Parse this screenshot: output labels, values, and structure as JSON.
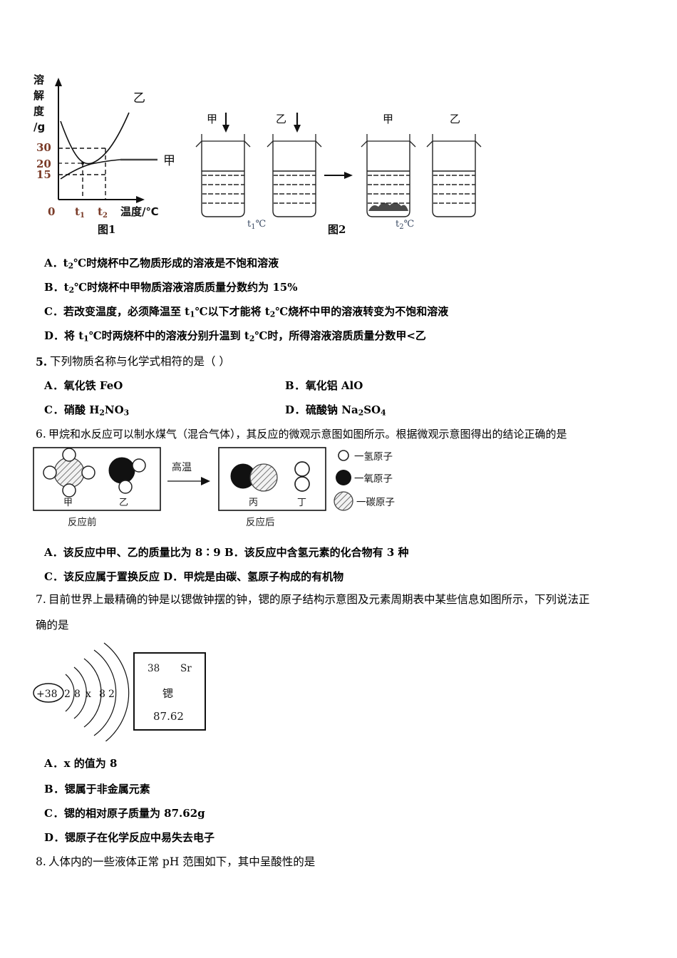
{
  "figure1": {
    "caption": "图1",
    "y_axis_label_lines": [
      "溶",
      "解",
      "度",
      "/g"
    ],
    "x_axis_label": "温度/℃",
    "y_ticks": [
      "30",
      "20",
      "15"
    ],
    "x_ticks": [
      "0",
      "t",
      "t"
    ],
    "x_tick_subs": [
      "",
      "1",
      "2"
    ],
    "curve_labels": {
      "yi": "乙",
      "jia": "甲"
    }
  },
  "figure2": {
    "caption": "图2",
    "beaker_labels": [
      "甲",
      "乙",
      "甲",
      "乙"
    ],
    "temp_left": "t",
    "temp_left_sub": "1",
    "temp_left_unit": "℃",
    "temp_right": "t",
    "temp_right_sub": "2",
    "temp_right_unit": "℃"
  },
  "q4_options": [
    {
      "label": "A．",
      "text_pre": "t",
      "sub": "2",
      "text": "℃时烧杯中乙物质形成的溶液是不饱和溶液"
    },
    {
      "label": "B．",
      "text_pre": "t",
      "sub": "2",
      "text": "℃时烧杯中甲物质溶液溶质质量分数约为 15%"
    },
    {
      "label": "C．",
      "text": "若改变温度，必须降温至 t₁℃以下才能将 t₂℃烧杯中甲的溶液转变为不饱和溶液"
    },
    {
      "label": "D．",
      "text": "将 t₁℃时两烧杯中的溶液分别升温到 t₂℃时，所得溶液溶质质量分数甲<乙"
    }
  ],
  "q5": {
    "number": "5.",
    "stem": "下列物质名称与化学式相符的是（      ）",
    "options": [
      {
        "label": "A．",
        "name": "氧化铁 ",
        "formula": "FeO"
      },
      {
        "label": "B．",
        "name": "氧化铝 ",
        "formula": "AlO"
      },
      {
        "label": "C．",
        "name": "硝酸 ",
        "formula": "H2NO3"
      },
      {
        "label": "D．",
        "name": "硫酸钠 ",
        "formula": "Na2SO4"
      }
    ]
  },
  "q6": {
    "number": "6.",
    "stem": "甲烷和水反应可以制水煤气（混合气体），其反应的微观示意图如图所示。根据微观示意图得出的结论正确的是",
    "figure": {
      "before_label": "反应前",
      "after_label": "反应后",
      "condition": "高温",
      "species_before": [
        "甲",
        "乙"
      ],
      "species_after": [
        "丙",
        "丁"
      ],
      "legend": [
        {
          "symbol": "hollow-circle",
          "text": "一氢原子"
        },
        {
          "symbol": "solid-circle",
          "text": "一氧原子"
        },
        {
          "symbol": "hatched-circle",
          "text": "一碳原子"
        }
      ]
    },
    "options_line1": "A．该反应中甲、乙的质量比为 8∶9   B．该反应中含氢元素的化合物有 3 种",
    "options_line2": "C．该反应属于置换反应   D．甲烷是由碳、氢原子构成的有机物"
  },
  "q7": {
    "number": "7.",
    "stem_line1": "目前世界上最精确的钟是以锶做钟摆的钟，锶的原子结构示意图及元素周期表中某些信息如图所示，下列说法正",
    "stem_line2": "确的是",
    "diagram": {
      "nucleus": "+38",
      "shells": [
        "2",
        "8",
        "x",
        "8",
        "2"
      ],
      "element_box": {
        "atomic_number": "38",
        "symbol": "Sr",
        "name": "锶",
        "mass": "87.62"
      }
    },
    "options": [
      {
        "label": "A．",
        "text": "x 的值为 8"
      },
      {
        "label": "B．",
        "text": "锶属于非金属元素"
      },
      {
        "label": "C．",
        "text": "锶的相对原子质量为 87.62g"
      },
      {
        "label": "D．",
        "text": "锶原子在化学反应中易失去电子"
      }
    ]
  },
  "q8": {
    "number": "8.",
    "stem": "人体内的一些液体正常 pH 范围如下，其中呈酸性的是"
  },
  "colors": {
    "ink": "#000000",
    "tick": "#7a3b28",
    "temp": "#3a4a63"
  }
}
